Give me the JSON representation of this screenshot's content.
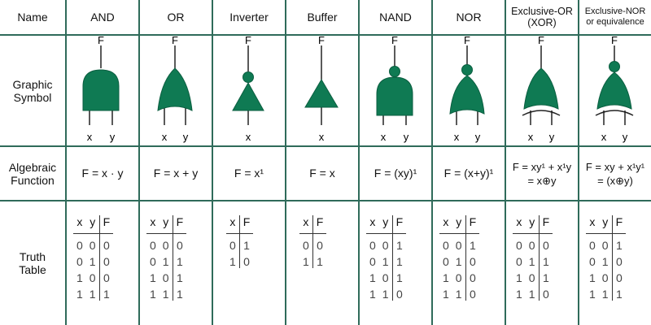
{
  "headers": {
    "name": "Name",
    "and": "AND",
    "or": "OR",
    "inverter": "Inverter",
    "buffer": "Buffer",
    "nand": "NAND",
    "nor": "NOR",
    "xor": "Exclusive-OR (XOR)",
    "xnor": "Exclusive-NOR or equivalence"
  },
  "row_labels": {
    "graphic": "Graphic Symbol",
    "algebraic": "Algebraic Function",
    "truth": "Truth Table"
  },
  "pins": {
    "out": "F",
    "a": "x",
    "b": "y"
  },
  "functions": {
    "and": "F = x · y",
    "or": "F = x + y",
    "inverter": "F = x¹",
    "buffer": "F = x",
    "nand": "F = (xy)¹",
    "nor": "F = (x+y)¹",
    "xor_1": "F = xy¹ + x¹y",
    "xor_2": "= x⊕y",
    "xnor_1": "F = xy + x¹y¹",
    "xnor_2": "= (x⊕y)"
  },
  "truth": {
    "two_input_headers": [
      "x",
      "y",
      "F"
    ],
    "one_input_headers": [
      "x",
      "F"
    ],
    "and": [
      [
        "0",
        "0",
        "0"
      ],
      [
        "0",
        "1",
        "0"
      ],
      [
        "1",
        "0",
        "0"
      ],
      [
        "1",
        "1",
        "1"
      ]
    ],
    "or": [
      [
        "0",
        "0",
        "0"
      ],
      [
        "0",
        "1",
        "1"
      ],
      [
        "1",
        "0",
        "1"
      ],
      [
        "1",
        "1",
        "1"
      ]
    ],
    "inverter": [
      [
        "0",
        "1"
      ],
      [
        "1",
        "0"
      ]
    ],
    "buffer": [
      [
        "0",
        "0"
      ],
      [
        "1",
        "1"
      ]
    ],
    "nand": [
      [
        "0",
        "0",
        "1"
      ],
      [
        "0",
        "1",
        "1"
      ],
      [
        "1",
        "0",
        "1"
      ],
      [
        "1",
        "1",
        "0"
      ]
    ],
    "nor": [
      [
        "0",
        "0",
        "1"
      ],
      [
        "0",
        "1",
        "0"
      ],
      [
        "1",
        "0",
        "0"
      ],
      [
        "1",
        "1",
        "0"
      ]
    ],
    "xor": [
      [
        "0",
        "0",
        "0"
      ],
      [
        "0",
        "1",
        "1"
      ],
      [
        "1",
        "0",
        "1"
      ],
      [
        "1",
        "1",
        "0"
      ]
    ],
    "xnor": [
      [
        "0",
        "0",
        "1"
      ],
      [
        "0",
        "1",
        "0"
      ],
      [
        "1",
        "0",
        "0"
      ],
      [
        "1",
        "1",
        "1"
      ]
    ]
  },
  "colors": {
    "gate": "#0f7a53",
    "grid": "#2f6b5a"
  }
}
